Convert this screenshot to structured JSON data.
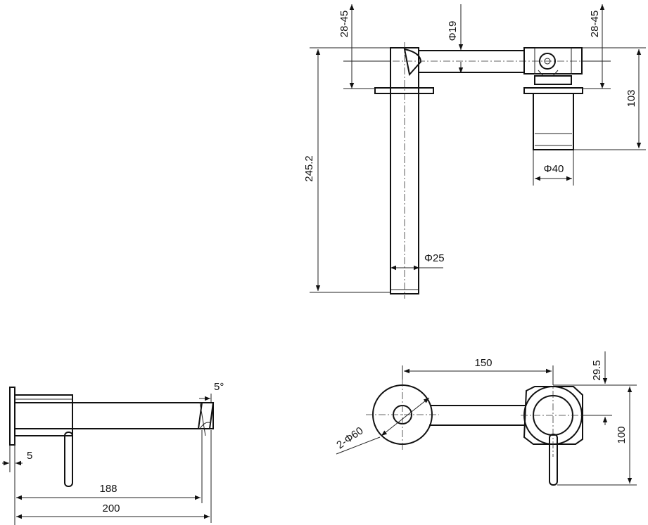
{
  "dimensions": {
    "top_depth_left": "28-45",
    "top_pipe_diameter": "Φ19",
    "top_depth_right": "28-45",
    "valve_height": "103",
    "spout_length": "245.2",
    "valve_diameter": "Φ40",
    "spout_diameter": "Φ25",
    "spout_angle": "5°",
    "plate_thickness": "5",
    "reach_188": "188",
    "reach_200": "200",
    "centers": "150",
    "plate_diameter": "2-Φ60",
    "handle_offset": "29.5",
    "handle_height": "100"
  }
}
